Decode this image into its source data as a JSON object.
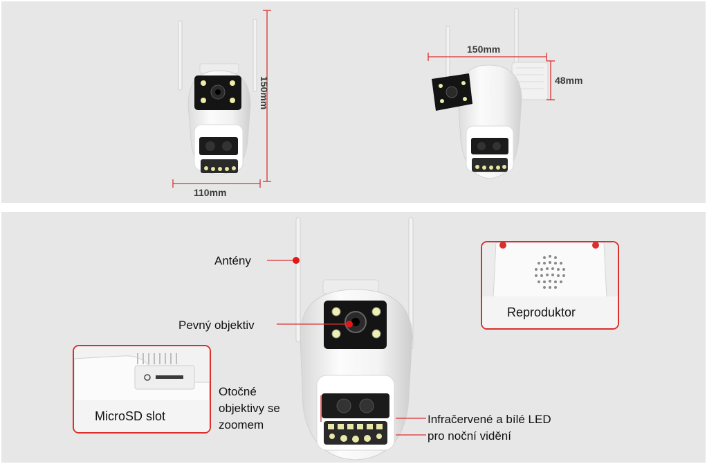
{
  "dimensions": {
    "front_height": "150mm",
    "front_width": "110mm",
    "side_width": "150mm",
    "side_depth": "48mm"
  },
  "labels": {
    "antennas": "Antény",
    "fixed_lens": "Pevný objektiv",
    "rotating_lenses_line1": "Otočné",
    "rotating_lenses_line2": "objektivy se",
    "rotating_lenses_line3": "zoomem",
    "leds_line1": "Infračervené a bílé LED",
    "leds_line2": "pro noční vidění",
    "microsd": "MicroSD slot",
    "speaker": "Reproduktor"
  },
  "colors": {
    "panel_bg": "#e8e7e7",
    "accent_red": "#d9302c",
    "camera_body": "#f7f7f7",
    "lens_black": "#141414"
  }
}
